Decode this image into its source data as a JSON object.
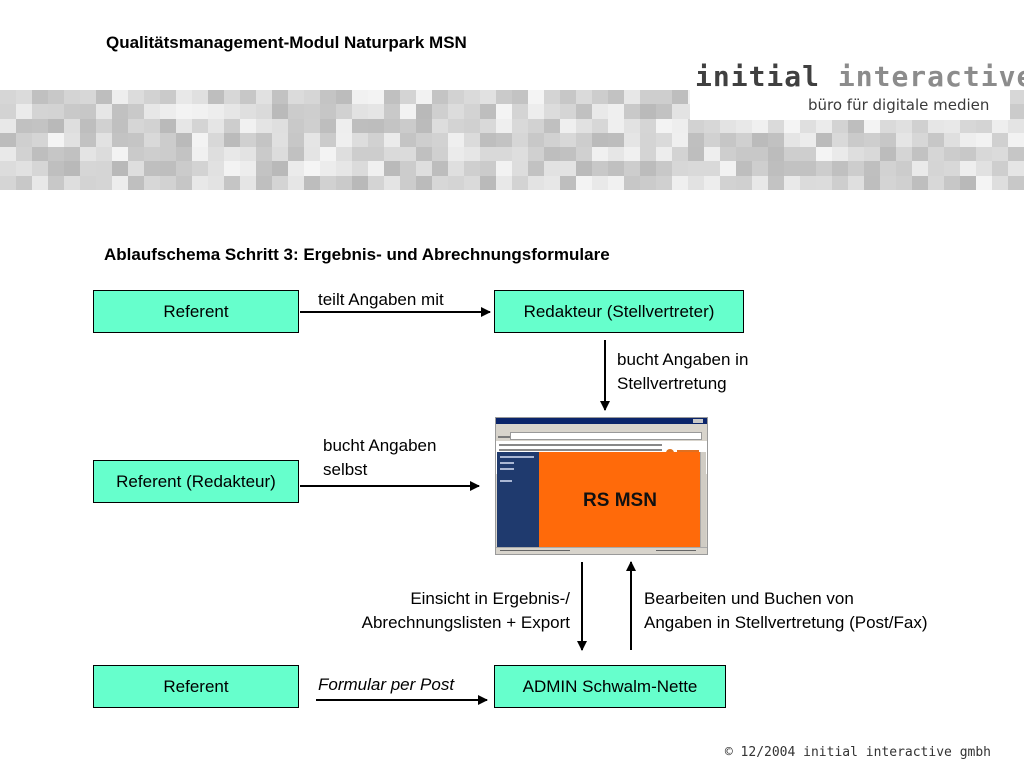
{
  "header": {
    "title": "Qualitätsmanagement-Modul Naturpark MSN",
    "logo_word1": "initial",
    "logo_word2": "interactive",
    "logo_tagline": "büro für digitale medien"
  },
  "section_title": "Ablaufschema Schritt 3: Ergebnis- und Abrechnungsformulare",
  "nodes": {
    "referent_top": "Referent",
    "redakteur": "Redakteur (Stellvertreter)",
    "referent_redakteur": "Referent (Redakteur)",
    "referent_bottom": "Referent",
    "admin": "ADMIN Schwalm-Nette",
    "system": "RS MSN"
  },
  "edges": {
    "teilt": "teilt Angaben mit",
    "bucht_stellv_1": "bucht Angaben in",
    "bucht_stellv_2": "Stellvertretung",
    "bucht_selbst_1": "bucht Angaben",
    "bucht_selbst_2": "selbst",
    "einsicht_1": "Einsicht in Ergebnis-/",
    "einsicht_2": "Abrechnungslisten + Export",
    "bearbeiten_1": "Bearbeiten und Buchen von",
    "bearbeiten_2": "Angaben in Stellvertretung (Post/Fax)",
    "formular": "Formular per Post"
  },
  "footer": "© 12/2004 initial interactive gmbh",
  "colors": {
    "node_fill": "#66ffcc",
    "system_fill": "#ff6a0a",
    "system_sidebar": "#1f3a6e"
  }
}
